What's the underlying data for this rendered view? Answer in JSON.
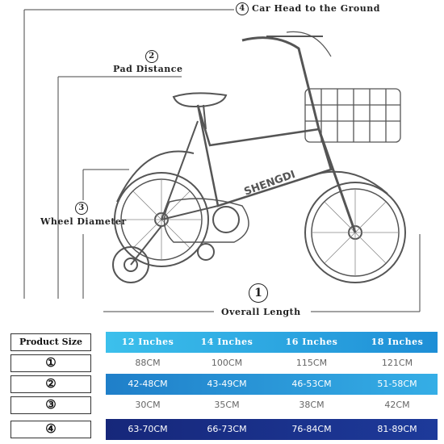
{
  "labels": {
    "car_head": "Car Head to the Ground",
    "car_head_num": "4",
    "pad_distance": "Pad Distance",
    "pad_distance_num": "2",
    "wheel_diameter": "Wheel Diameter",
    "wheel_diameter_num": "3",
    "overall_length": "Overall Length",
    "overall_length_num": "1"
  },
  "bike": {
    "brand_text": "SHENGDI"
  },
  "table": {
    "header_label": "Product Size",
    "sizes": [
      "12 Inches",
      "14 Inches",
      "16 Inches",
      "18 Inches"
    ],
    "rows": [
      {
        "num": "①",
        "values": [
          "88CM",
          "100CM",
          "115CM",
          "121CM"
        ],
        "band": "none"
      },
      {
        "num": "②",
        "values": [
          "42-48CM",
          "43-49CM",
          "46-53CM",
          "51-58CM"
        ],
        "band": "blue"
      },
      {
        "num": "③",
        "values": [
          "30CM",
          "35CM",
          "38CM",
          "42CM"
        ],
        "band": "none"
      },
      {
        "num": "④",
        "values": [
          "63-70CM",
          "66-73CM",
          "76-84CM",
          "81-89CM"
        ],
        "band": "navy"
      }
    ]
  },
  "colors": {
    "header_band_start": "#3cc0ec",
    "header_band_end": "#1e8ed6",
    "blue_band_start": "#1f7fc9",
    "blue_band_end": "#35aee6",
    "navy_band_start": "#16277a",
    "navy_band_end": "#1d3a9a"
  }
}
